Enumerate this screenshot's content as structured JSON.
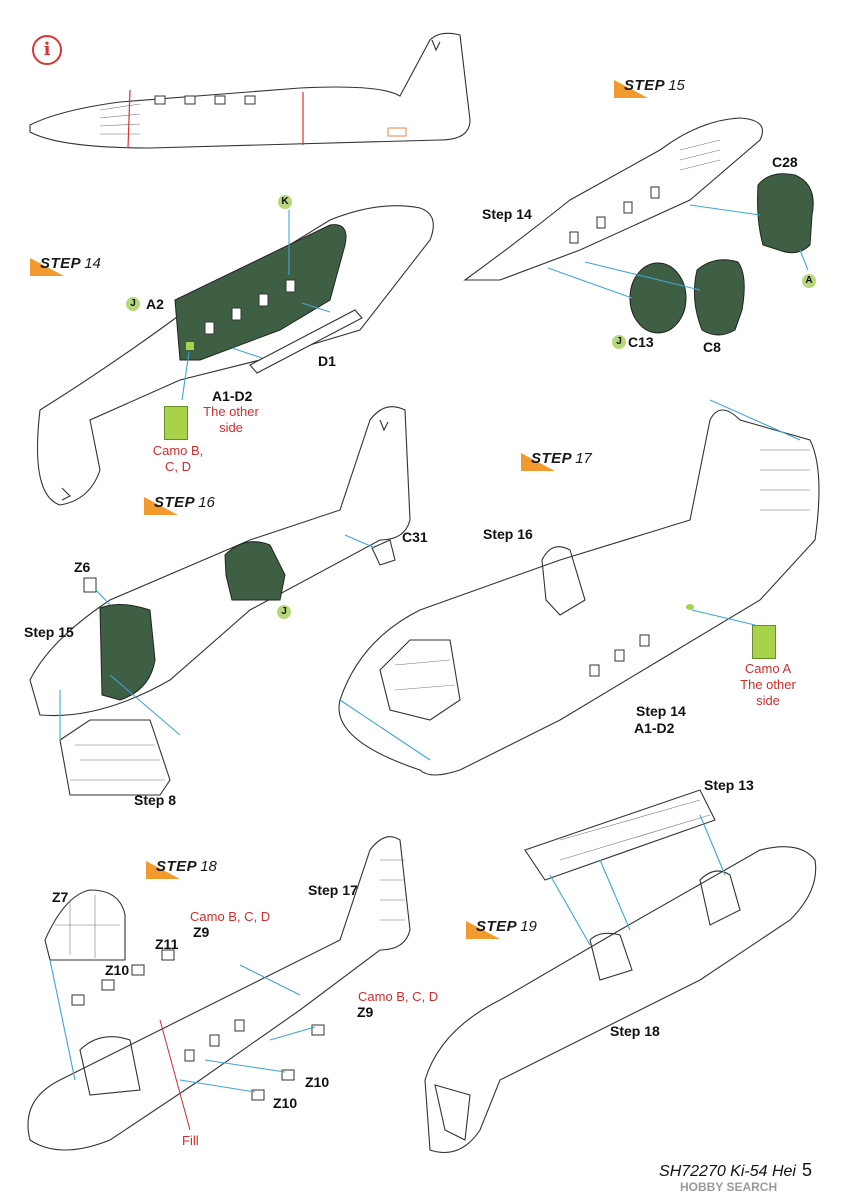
{
  "info_symbol": "i",
  "steps": {
    "s14": {
      "word": "STEP",
      "num": "14"
    },
    "s15": {
      "word": "STEP",
      "num": "15"
    },
    "s16": {
      "word": "STEP",
      "num": "16"
    },
    "s17": {
      "word": "STEP",
      "num": "17"
    },
    "s18": {
      "word": "STEP",
      "num": "18"
    },
    "s19": {
      "word": "STEP",
      "num": "19"
    }
  },
  "step14": {
    "k_badge": "K",
    "j_badge": "J",
    "a2": "A2",
    "d1": "D1",
    "a1d2": "A1-D2",
    "other_side": "The other side",
    "camo": "Camo B, C, D"
  },
  "step15": {
    "ref": "Step 14",
    "c28": "C28",
    "c13": "C13",
    "c8": "C8",
    "j_badge": "J",
    "a_badge": "A"
  },
  "step16": {
    "z6": "Z6",
    "c31": "C31",
    "ref15": "Step 15",
    "ref8": "Step 8",
    "j_badge": "J"
  },
  "step17": {
    "ref16": "Step 16",
    "camo": "Camo A",
    "other_side": "The other side",
    "ref14": "Step 14",
    "a1d2": "A1-D2"
  },
  "step18": {
    "z7": "Z7",
    "ref17": "Step 17",
    "camo1": "Camo B, C, D",
    "z9a": "Z9",
    "z11": "Z11",
    "z10a": "Z10",
    "camo2": "Camo B, C, D",
    "z9b": "Z9",
    "z10b": "Z10",
    "z10c": "Z10",
    "fill": "Fill"
  },
  "step19": {
    "ref13": "Step 13",
    "ref18": "Step 18"
  },
  "footer": {
    "code": "SH72270 Ki-54 Hei",
    "page": "5"
  },
  "watermark": "HOBBY SEARCH",
  "colors": {
    "interior": "#3f5f45",
    "camo_chip": "#a8d24a",
    "step_flag": "#f29a2e",
    "leader": "#3fa5dd",
    "note_red": "#d22c2c"
  }
}
